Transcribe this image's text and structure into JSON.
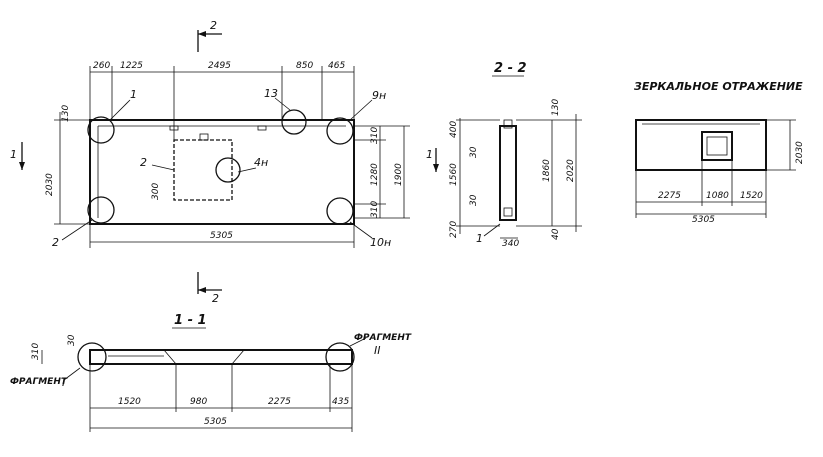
{
  "plan": {
    "section_marker_top": "2",
    "section_marker_bottom": "2",
    "section_marker_side": "1",
    "top_dims": [
      "260",
      "1225",
      "2495",
      "850",
      "465"
    ],
    "bottom_dim": "5305",
    "left_dims": [
      "130",
      "2030"
    ],
    "right_dims": [
      "310",
      "1280",
      "1900",
      "310"
    ],
    "opening_dim": "300",
    "callouts": [
      "1",
      "2",
      "2",
      "13",
      "4н",
      "9н",
      "10н"
    ]
  },
  "section_2_2": {
    "title": "2 - 2",
    "marker": "1",
    "left_dims": [
      "400",
      "30",
      "1560",
      "30",
      "270"
    ],
    "right_dims": [
      "130",
      "1860",
      "2020",
      "40"
    ],
    "bottom_dim": "340",
    "callout": "1"
  },
  "mirror": {
    "title": "ЗЕРКАЛЬНОЕ  ОТРАЖЕНИЕ",
    "right_dim": "2030",
    "bottom_dims": [
      "2275",
      "1080",
      "1520"
    ],
    "total_dim": "5305"
  },
  "section_1_1": {
    "title": "1 - 1",
    "left_dims": [
      "30",
      "310"
    ],
    "fragment_left_label": "ФРАГМЕНТ",
    "fragment_left_num": "I",
    "fragment_right_label": "ФРАГМЕНТ",
    "fragment_right_num": "II",
    "bottom_dims": [
      "1520",
      "980",
      "2275",
      "435"
    ],
    "total_dim": "5305"
  }
}
